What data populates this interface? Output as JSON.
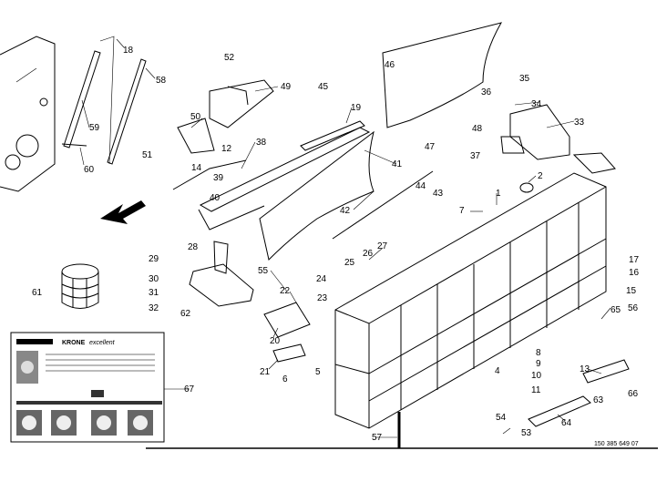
{
  "drawing": {
    "reference": "150 385 649 07",
    "brand": "KRONE",
    "brand_sub": "excellent"
  },
  "labels": [
    "1",
    "2",
    "4",
    "5",
    "6",
    "7",
    "8",
    "9",
    "10",
    "11",
    "12",
    "13",
    "14",
    "15",
    "16",
    "17",
    "18",
    "19",
    "20",
    "21",
    "22",
    "23",
    "24",
    "25",
    "26",
    "27",
    "28",
    "29",
    "30",
    "31",
    "32",
    "33",
    "34",
    "35",
    "36",
    "37",
    "38",
    "39",
    "40",
    "41",
    "42",
    "43",
    "44",
    "45",
    "46",
    "47",
    "48",
    "49",
    "50",
    "51",
    "52",
    "53",
    "54",
    "55",
    "56",
    "57",
    "58",
    "59",
    "60",
    "61",
    "62",
    "63",
    "64",
    "65",
    "66",
    "67"
  ]
}
